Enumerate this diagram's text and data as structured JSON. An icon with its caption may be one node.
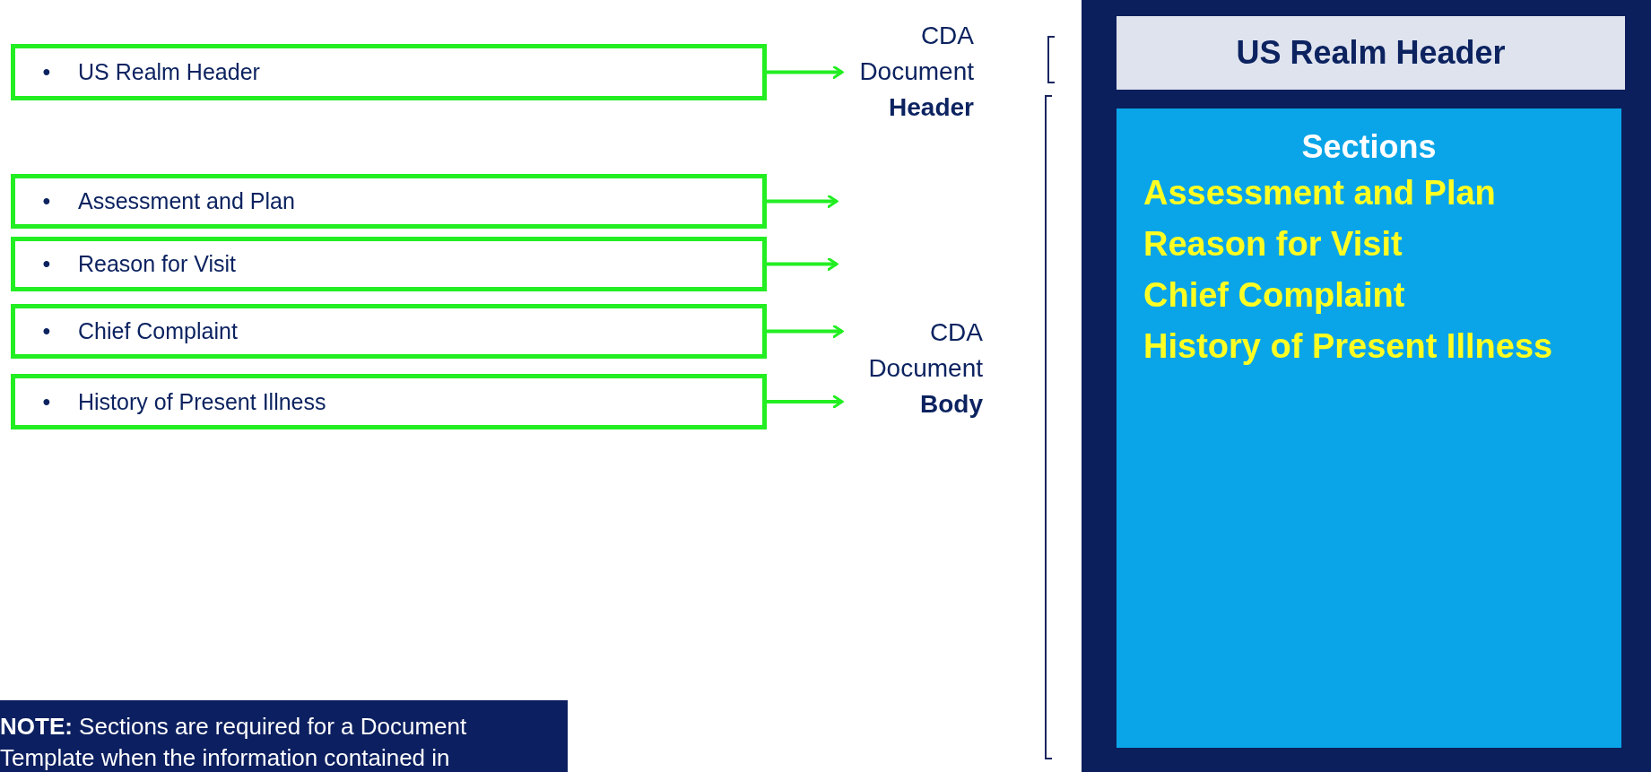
{
  "diagram": {
    "nodes": [
      {
        "text": [
          "•",
          "US Realm Header"
        ]
      },
      {
        "text": [
          "•",
          "Assessment and Plan"
        ]
      },
      {
        "text": [
          "•",
          "Reason for Visit"
        ]
      },
      {
        "text": [
          "•",
          "Chief Complaint"
        ]
      },
      {
        "text": [
          "•",
          "History of Present Illness"
        ]
      },
      {
        "text": [
          "CDA Document **Header**"
        ]
      },
      {
        "text": [
          "CDA Document **Body**"
        ]
      },
      {
        "text": [],
        "shape": "box"
      },
      {
        "text": [
          "US Realm Header"
        ],
        "in": 7
      },
      {
        "text": [
          "Sections",
          "Assessment and Plan",
          "Reason for Visit",
          "Chief Complaint",
          "History of Present Illness"
        ],
        "in": 7
      },
      {
        "text": [
          "**NOTE:** Sections are required for a Document Template when the information contained in"
        ]
      }
    ],
    "edges": [
      {
        "from": 0,
        "to": 5,
        "arrow": "to"
      },
      {
        "from": 1,
        "to": null,
        "arrow": "to"
      },
      {
        "from": 2,
        "to": null,
        "arrow": "to"
      },
      {
        "from": 3,
        "to": 6,
        "arrow": "to"
      },
      {
        "from": 4,
        "to": 6,
        "arrow": "to"
      }
    ]
  }
}
